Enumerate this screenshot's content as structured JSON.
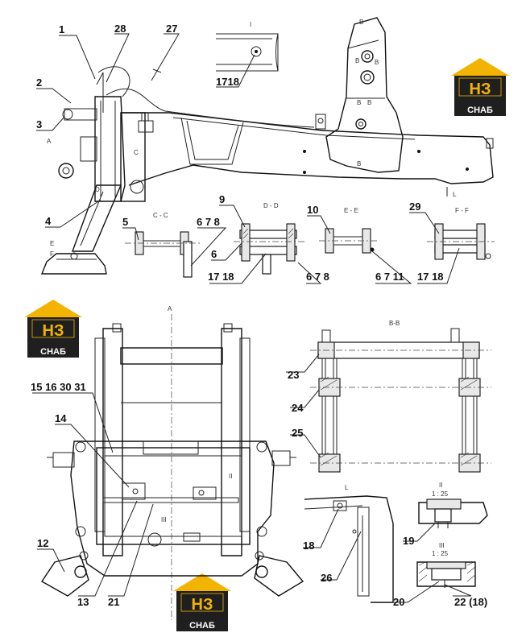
{
  "brand": {
    "logo_text": "НЗ",
    "logo_subtext": "СНАБ",
    "colors": {
      "roof": "#f2b400",
      "dark": "#1f1f1f",
      "letters": "#f2b400"
    }
  },
  "sections": {
    "I": "I",
    "A": "A",
    "BB": "B-B",
    "CC": "C - C",
    "DD": "D - D",
    "EE": "E - E",
    "FF": "F - F",
    "L": "L",
    "II_label": "II",
    "II_scale": "1 : 25",
    "III_label": "III",
    "III_scale": "1 : 25",
    "B_marks": [
      "B",
      "B",
      "B",
      "B",
      "B",
      "B"
    ],
    "C_mark": "C",
    "D_mark": "D",
    "E_mark": "E",
    "F_mark": "F",
    "small_A": "A",
    "small_I": "I",
    "small_L": "L"
  },
  "callouts": {
    "c1": "1",
    "c28": "28",
    "c27": "27",
    "c2": "2",
    "c3": "3",
    "c4": "4",
    "c1718_top": "1718",
    "c5": "5",
    "c678_a": "6 7 8",
    "c9": "9",
    "c6": "6",
    "c1718_a": "17 18",
    "c678_b": "6 7 8",
    "c10": "10",
    "c6711": "6 7 11",
    "c29": "29",
    "c1718_b": "17 18",
    "c15163031": "15 16 30 31",
    "c14": "14",
    "c12": "12",
    "c13": "13",
    "c21": "21",
    "c23": "23",
    "c24": "24",
    "c25": "25",
    "c18": "18",
    "c26": "26",
    "c19": "19",
    "c20": "20",
    "c22": "22 (18)"
  }
}
